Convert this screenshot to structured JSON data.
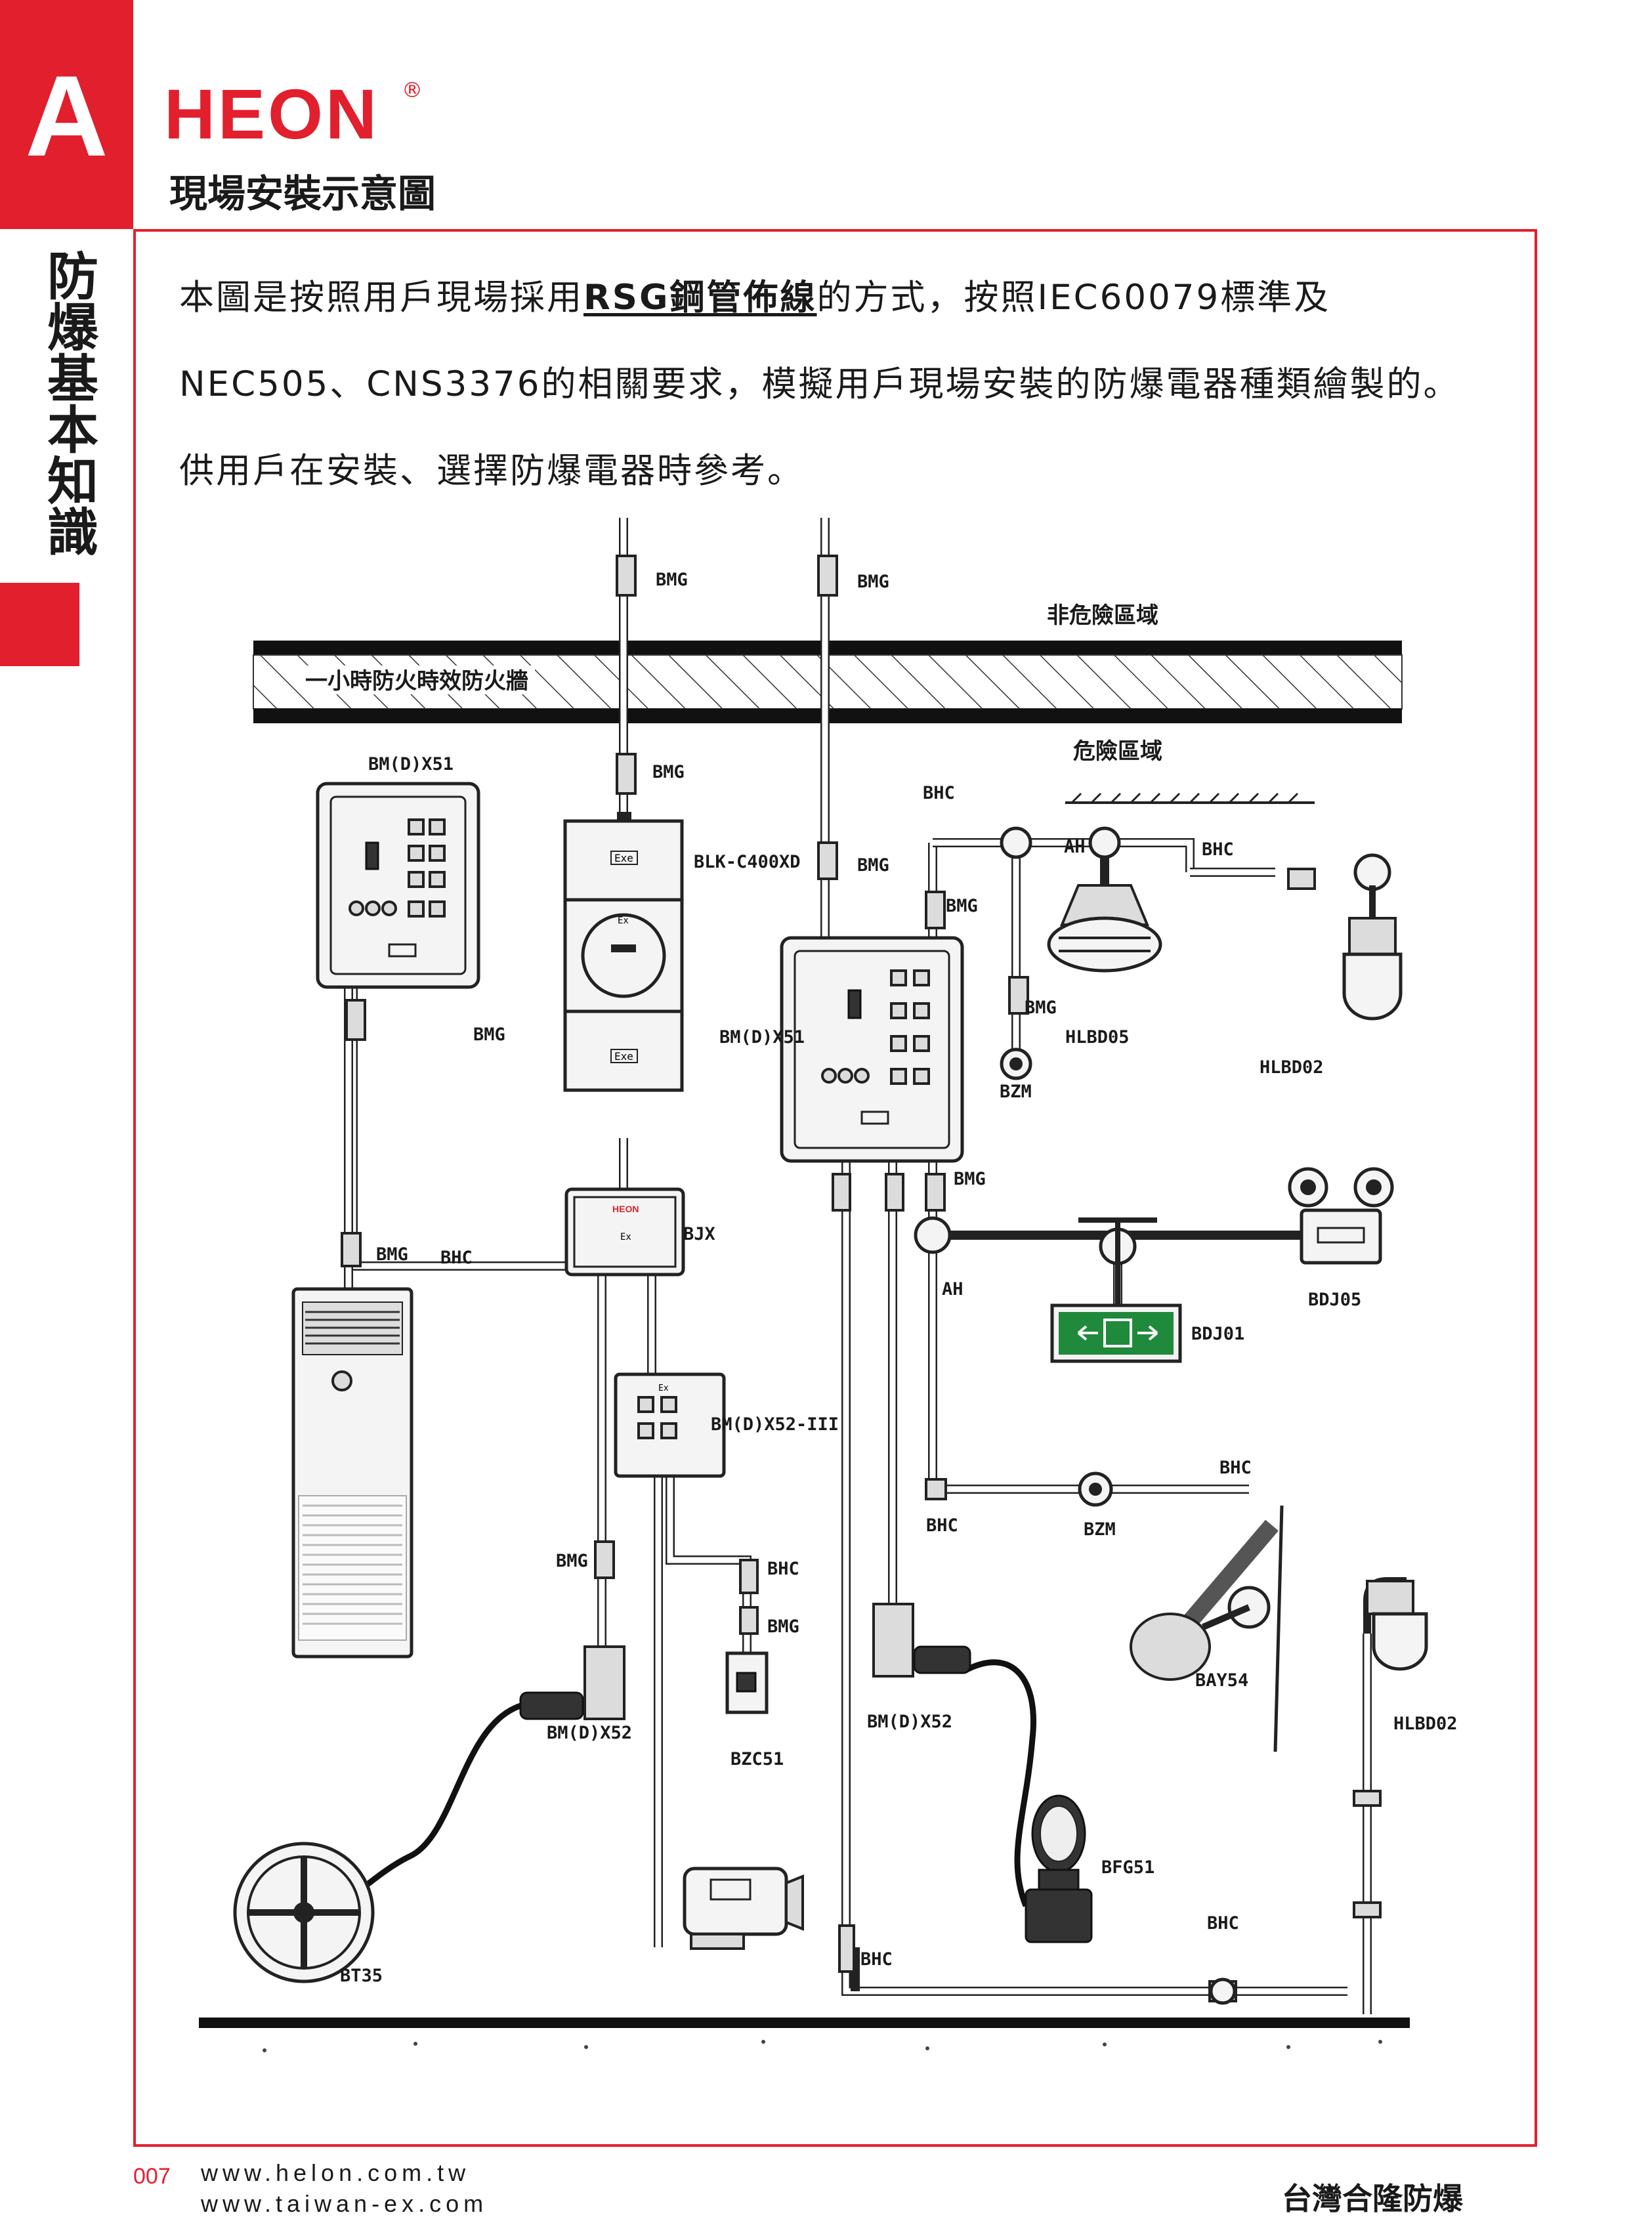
{
  "header": {
    "section_letter": "A",
    "logo_text": "HEON",
    "registered_mark": "®",
    "subtitle": "現場安裝示意圖"
  },
  "sidebar": {
    "vertical_title": "防爆基本知識"
  },
  "intro": {
    "text_before": "本圖是按照用戶現場採用",
    "highlight": "RSG鋼管佈線",
    "text_after": "的方式，按照IEC60079標準及NEC505、CNS3376的相關要求，模擬用戶現場安裝的防爆電器種類繪製的。供用戶在安裝、選擇防爆電器時參考。"
  },
  "diagram": {
    "zones": {
      "non_hazardous": "非危險區域",
      "firewall": "一小時防火時效防火牆",
      "hazardous": "危險區域"
    },
    "labels": {
      "bmg_top_1": "BMG",
      "bmg_top_2": "BMG",
      "bmg_wall": "BMG",
      "bmg_right_wall": "BMG",
      "bmg_below_wall": "BMG",
      "bm_x51_left": "BM(D)X51",
      "blk": "BLK-C400XD",
      "bhc_top": "BHC",
      "ah_top": "AH",
      "bhc_right": "BHC",
      "bmg_mid": "BMG",
      "bm_x51_center": "BM(D)X51",
      "bmg_left_box": "BMG",
      "hlbd05": "HLBD05",
      "bmg_bzm": "BMG",
      "bzm_top": "BZM",
      "hlbd02_top": "HLBD02",
      "bmg_ac": "BMG",
      "bhc_ac": "BHC",
      "bjx": "BJX",
      "bmg_center_low": "BMG",
      "ah_mid": "AH",
      "bdj05": "BDJ05",
      "bdj01": "BDJ01",
      "bm_x52_iii": "BM(D)X52-III",
      "bhc_mid_right": "BHC",
      "bhc_low": "BHC",
      "bzm_low": "BZM",
      "bmg_fan": "BMG",
      "bhc_bzc": "BHC",
      "bmg_bzc": "BMG",
      "bm_x52_left": "BM(D)X52",
      "bzc51": "BZC51",
      "bm_x52_right": "BM(D)X52",
      "bay54": "BAY54",
      "hlbd02_low": "HLBD02",
      "bt35": "BT35",
      "bfg51": "BFG51",
      "bhc_floor_right": "BHC",
      "bhc_floor": "BHC"
    },
    "equipment_text": {
      "exe": "Exe",
      "ex": "Ex",
      "heon_small": "HEON"
    }
  },
  "footer": {
    "page_number": "007",
    "url_1": "www.helon.com.tw",
    "url_2": "www.taiwan-ex.com",
    "company": "台灣合隆防爆"
  },
  "colors": {
    "brand_red": "#e21f2d",
    "exit_green": "#1f8a3b",
    "dark_pipe": "#222222"
  }
}
